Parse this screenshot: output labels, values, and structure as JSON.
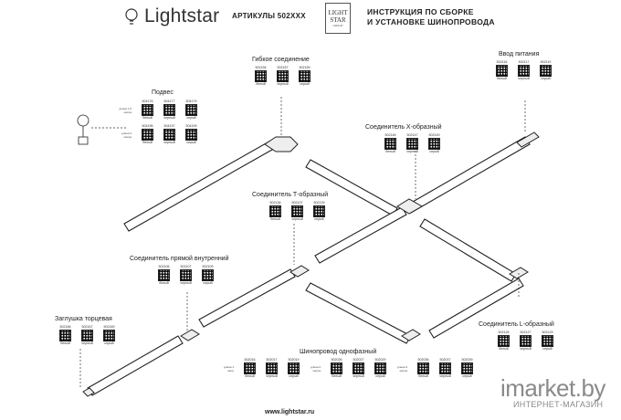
{
  "header": {
    "brand": "Lightstar",
    "articles": "АРТИКУЛЫ 502XXX",
    "seal_lines": [
      "LIGHT",
      "STAR",
      "GROUP"
    ],
    "title_line1": "ИНСТРУКЦИЯ ПО СБОРКЕ",
    "title_line2": "И УСТАНОВКЕ ШИНОПРОВОДА"
  },
  "groups": {
    "flex": {
      "title": "Гибкое соединение",
      "items": [
        {
          "code": "502156",
          "color": "белый"
        },
        {
          "code": "502157",
          "color": "черный"
        },
        {
          "code": "502159",
          "color": "серый"
        }
      ]
    },
    "power": {
      "title": "Ввод питания",
      "items": [
        {
          "code": "502116",
          "color": "белый"
        },
        {
          "code": "502117",
          "color": "черный"
        },
        {
          "code": "502119",
          "color": "серый"
        }
      ]
    },
    "suspension": {
      "title": "Подвес",
      "rows": [
        {
          "length": "длина 1.5 метра",
          "items": [
            {
              "code": "504176",
              "color": "белый"
            },
            {
              "code": "504177",
              "color": "черный"
            },
            {
              "code": "504179",
              "color": "серый"
            }
          ]
        },
        {
          "length": "длина 3 метра",
          "items": [
            {
              "code": "504196",
              "color": "белый"
            },
            {
              "code": "504197",
              "color": "черный"
            },
            {
              "code": "504199",
              "color": "серый"
            }
          ]
        }
      ]
    },
    "x_conn": {
      "title": "Соединитель Х-образный",
      "items": [
        {
          "code": "502146",
          "color": "белый"
        },
        {
          "code": "502147",
          "color": "черный"
        },
        {
          "code": "502149",
          "color": "серый"
        }
      ]
    },
    "t_conn": {
      "title": "Соединитель Т-образный",
      "items": [
        {
          "code": "502136",
          "color": "белый"
        },
        {
          "code": "502137",
          "color": "черный"
        },
        {
          "code": "502139",
          "color": "серый"
        }
      ]
    },
    "straight": {
      "title": "Соединитель прямой внутренний",
      "items": [
        {
          "code": "502106",
          "color": "белый"
        },
        {
          "code": "502107",
          "color": "черный"
        },
        {
          "code": "502109",
          "color": "серый"
        }
      ]
    },
    "endcap": {
      "title": "Заглушка торцевая",
      "items": [
        {
          "code": "502166",
          "color": "белый"
        },
        {
          "code": "502167",
          "color": "черный"
        },
        {
          "code": "502169",
          "color": "серый"
        }
      ]
    },
    "l_conn": {
      "title": "Соединитель L-образный",
      "items": [
        {
          "code": "502126",
          "color": "белый"
        },
        {
          "code": "502127",
          "color": "черный"
        },
        {
          "code": "502129",
          "color": "серый"
        }
      ]
    },
    "track": {
      "title": "Шинопровод однофазный",
      "blocks": [
        {
          "length": "длина 1 метр",
          "items": [
            {
              "code": "502016",
              "color": "белый"
            },
            {
              "code": "502017",
              "color": "черный"
            },
            {
              "code": "502019",
              "color": "серый"
            }
          ]
        },
        {
          "length": "длина 2 метра",
          "items": [
            {
              "code": "502026",
              "color": "белый"
            },
            {
              "code": "502027",
              "color": "черный"
            },
            {
              "code": "502029",
              "color": "серый"
            }
          ]
        },
        {
          "length": "длина 3 метра",
          "items": [
            {
              "code": "502036",
              "color": "белый"
            },
            {
              "code": "502037",
              "color": "черный"
            },
            {
              "code": "502039",
              "color": "серый"
            }
          ]
        }
      ]
    }
  },
  "footer": {
    "url": "www.lightstar.ru"
  },
  "watermark": {
    "big": "imarket.by",
    "small": "ИНТЕРНЕТ-МАГАЗИН"
  },
  "colors": {
    "ink": "#222222",
    "watermark": "#8a8a8a"
  }
}
